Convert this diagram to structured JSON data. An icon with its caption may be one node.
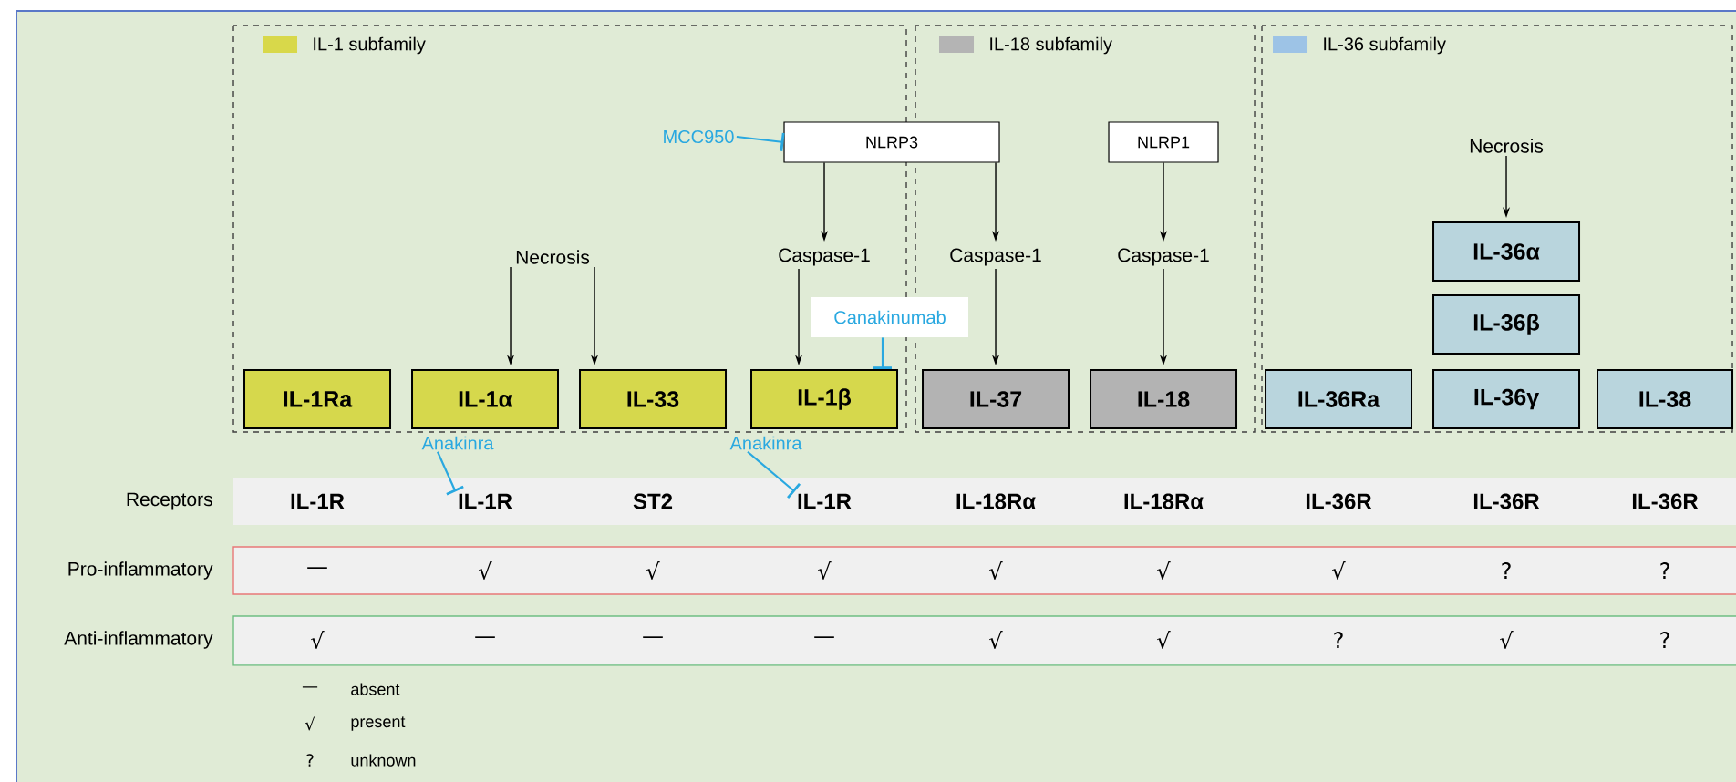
{
  "diagram": {
    "nodes": [
      {
        "text": [],
        "shape": "box"
      },
      {
        "text": [],
        "shape": "box"
      },
      {
        "text": [],
        "shape": "box"
      },
      {
        "text": [
          "NLRP3"
        ]
      },
      {
        "text": [
          "NLRP1"
        ],
        "in": 1
      },
      {
        "text": [
          "MCC950"
        ],
        "in": 0
      },
      {
        "text": [
          "Necrosis"
        ],
        "in": 0
      },
      {
        "text": [
          "Caspase-1"
        ],
        "in": 0
      },
      {
        "text": [
          "Caspase-1"
        ],
        "in": 1
      },
      {
        "text": [
          "Caspase-1"
        ],
        "in": 1
      },
      {
        "text": [
          "Necrosis"
        ],
        "in": 2
      },
      {
        "text": [
          "IL-1Ra"
        ],
        "in": 0
      },
      {
        "text": [
          "IL-1α"
        ],
        "in": 0
      },
      {
        "text": [
          "IL-33"
        ],
        "in": 0
      },
      {
        "text": [
          "IL-1β"
        ],
        "in": 0
      },
      {
        "text": [
          "IL-37"
        ],
        "in": 1
      },
      {
        "text": [
          "IL-18"
        ],
        "in": 1
      },
      {
        "text": [
          "IL-36α"
        ],
        "in": 2
      },
      {
        "text": [
          "IL-36β"
        ],
        "in": 2
      },
      {
        "text": [
          "IL-36Ra"
        ],
        "in": 2
      },
      {
        "text": [
          "IL-36γ"
        ],
        "in": 2
      },
      {
        "text": [
          "IL-38"
        ],
        "in": 2
      },
      {
        "text": [
          "Canakinumab"
        ]
      },
      {
        "text": [
          "Anakinra"
        ]
      },
      {
        "text": [
          "Anakinra"
        ]
      },
      {
        "text": [
          "IL-1R"
        ]
      },
      {
        "text": [
          "IL-1R"
        ]
      }
    ],
    "edges": [
      {
        "from": 5,
        "to": 3,
        "arrow": "other",
        "color": "#29a8e0"
      },
      {
        "from": 3,
        "to": 7,
        "arrow": "to"
      },
      {
        "from": 3,
        "to": 8,
        "arrow": "to"
      },
      {
        "from": 4,
        "to": 9,
        "arrow": "to"
      },
      {
        "from": 6,
        "to": 12,
        "arrow": "to"
      },
      {
        "from": 6,
        "to": 13,
        "arrow": "to"
      },
      {
        "from": 7,
        "to": 14,
        "arrow": "to"
      },
      {
        "from": 8,
        "to": 15,
        "arrow": "to"
      },
      {
        "from": 9,
        "to": 16,
        "arrow": "to"
      },
      {
        "from": 10,
        "to": 17,
        "arrow": "to"
      },
      {
        "from": 22,
        "to": 14,
        "arrow": "other",
        "color": "#29a8e0"
      },
      {
        "from": 23,
        "to": 25,
        "arrow": "other",
        "color": "#29a8e0"
      },
      {
        "from": 24,
        "to": 26,
        "arrow": "other",
        "color": "#29a8e0"
      }
    ],
    "labels": [
      "Receptors",
      "IL-1R",
      "ST2",
      "IL-18Rα",
      "IL-18Rα",
      "IL-36R",
      "IL-36R",
      "IL-36R",
      "Pro-inflammatory",
      "—",
      "√",
      "√",
      "√",
      "√",
      "√",
      "√",
      "?",
      "?",
      "Anti-inflammatory",
      "√",
      "—",
      "—",
      "—",
      "√",
      "√",
      "?",
      "√",
      "?",
      "—",
      "absent",
      "√",
      "present",
      "?",
      "unknown"
    ],
    "legend": [
      {
        "text": "IL-1 subfamily",
        "color": "#d8d84a"
      },
      {
        "text": "IL-18 subfamily",
        "color": "#b4b4b4"
      },
      {
        "text": "IL-36 subfamily",
        "color": "#9dc3e6"
      }
    ]
  }
}
